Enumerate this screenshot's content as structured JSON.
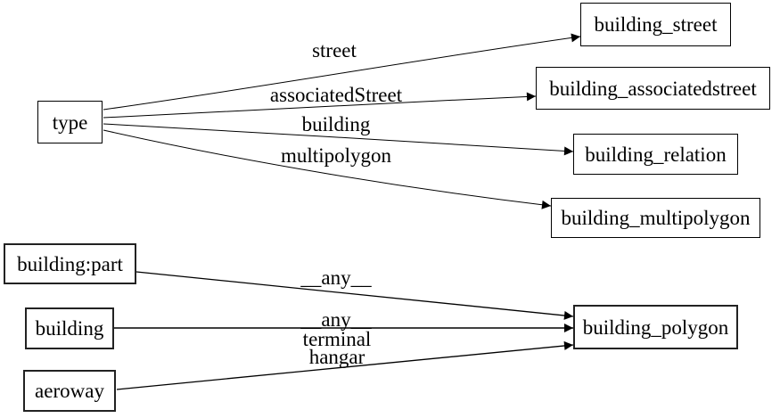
{
  "diagram": {
    "background": "#ffffff",
    "stroke_color": "#000000",
    "nodes": [
      {
        "id": "type",
        "label": "type"
      },
      {
        "id": "building_street",
        "label": "building_street"
      },
      {
        "id": "building_associatedstreet",
        "label": "building_associatedstreet"
      },
      {
        "id": "building_relation",
        "label": "building_relation"
      },
      {
        "id": "building_multipolygon",
        "label": "building_multipolygon"
      },
      {
        "id": "building:part",
        "label": "building:part"
      },
      {
        "id": "building",
        "label": "building"
      },
      {
        "id": "aeroway",
        "label": "aeroway"
      },
      {
        "id": "building_polygon",
        "label": "building_polygon"
      }
    ],
    "edges": [
      {
        "from": "type",
        "to": "building_street",
        "label": "street"
      },
      {
        "from": "type",
        "to": "building_associatedstreet",
        "label": "associatedStreet"
      },
      {
        "from": "type",
        "to": "building_relation",
        "label": "building"
      },
      {
        "from": "type",
        "to": "building_multipolygon",
        "label": "multipolygon"
      },
      {
        "from": "building:part",
        "to": "building_polygon",
        "label": "__any__"
      },
      {
        "from": "building",
        "to": "building_polygon",
        "label": "__any__"
      },
      {
        "from": "aeroway",
        "to": "building_polygon",
        "label": "terminal\nhangar"
      }
    ]
  }
}
